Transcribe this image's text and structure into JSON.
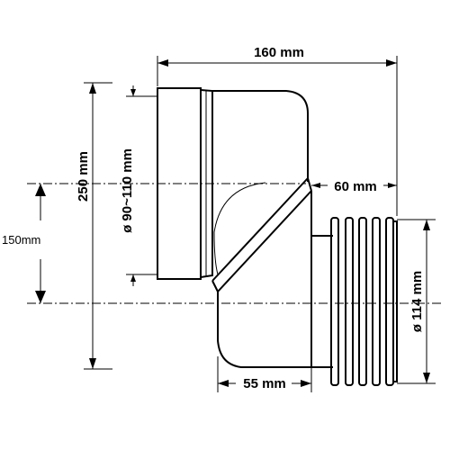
{
  "dimensions": {
    "width_top": "160 mm",
    "height_total": "250 mm",
    "inlet_diameter": "ø 90~110 mm",
    "offset_vertical": "150mm",
    "offset_horizontal": "60 mm",
    "outlet_diameter": "ø 114 mm",
    "bottom_width": "55 mm"
  }
}
